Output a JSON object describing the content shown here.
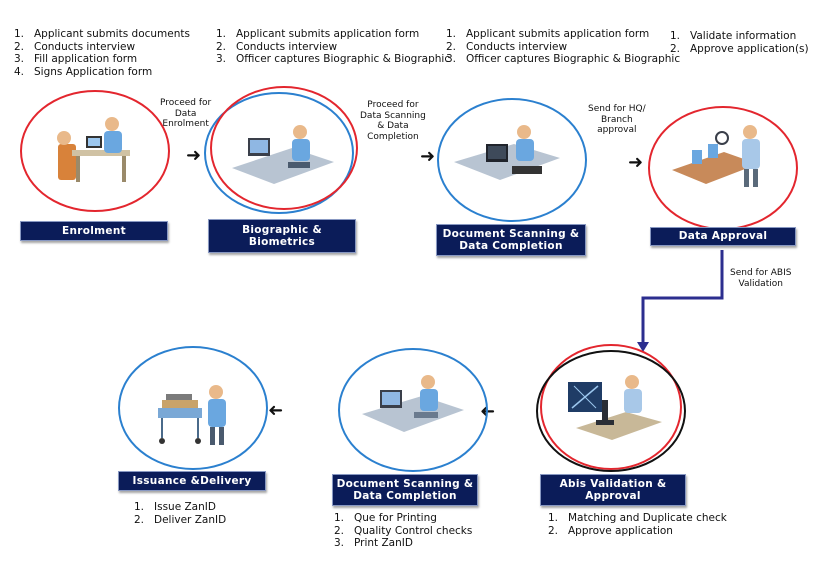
{
  "colors": {
    "stage_bg": "#0b1c59",
    "circle_red": "#e3262e",
    "circle_blue": "#2b80cf",
    "circle_black": "#111111",
    "connector": "#2c2e8f"
  },
  "top_lists": [
    {
      "items": [
        {
          "n": "1.",
          "t": "Applicant submits documents"
        },
        {
          "n": "2.",
          "t": "Conducts interview"
        },
        {
          "n": "3.",
          "t": "Fill application form"
        },
        {
          "n": "4.",
          "t": "Signs Application form"
        }
      ]
    },
    {
      "items": [
        {
          "n": "1.",
          "t": "Applicant submits application form"
        },
        {
          "n": "2.",
          "t": "Conducts interview"
        },
        {
          "n": "3.",
          "t": "Officer captures Biographic & Biographic"
        }
      ]
    },
    {
      "items": [
        {
          "n": "1.",
          "t": "Applicant submits application form"
        },
        {
          "n": "2.",
          "t": "Conducts interview"
        },
        {
          "n": "3.",
          "t": "Officer captures Biographic & Biographic"
        }
      ]
    },
    {
      "items": [
        {
          "n": "1.",
          "t": "Validate information"
        },
        {
          "n": "2.",
          "t": "Approve application(s)"
        }
      ]
    }
  ],
  "arrow_labels": {
    "enrol": "Proceed for\nData\nEnrolment",
    "scan": "Proceed for\nData Scanning\n& Data\nCompletion",
    "hq": "Send for HQ/\nBranch\napproval",
    "abis": "Send for ABIS\nValidation"
  },
  "stages": {
    "enrolment": "Enrolment",
    "biographic": "Biographic &\nBiometrics",
    "doc_scan_top": "Document Scanning &\nData Completion",
    "data_approval": "Data Approval",
    "abis": "Abis Validation &\nApproval",
    "doc_scan_bottom": "Document Scanning &\nData Completion",
    "issuance": "Issuance &Delivery"
  },
  "bottom_lists": [
    {
      "items": [
        {
          "n": "1.",
          "t": "Issue ZanID"
        },
        {
          "n": "2.",
          "t": "Deliver ZanID"
        }
      ]
    },
    {
      "items": [
        {
          "n": "1.",
          "t": "Que for Printing"
        },
        {
          "n": "2.",
          "t": "Quality Control checks"
        },
        {
          "n": "3.",
          "t": "Print ZanID"
        }
      ]
    },
    {
      "items": [
        {
          "n": "1.",
          "t": "Matching and Duplicate check"
        },
        {
          "n": "2.",
          "t": "Approve application"
        }
      ]
    }
  ],
  "icons": [
    "office-worker-icon",
    "computer-desk-icon",
    "document-scanner-icon",
    "conveyor-approval-icon",
    "microscope-lab-icon",
    "delivery-cart-icon"
  ]
}
